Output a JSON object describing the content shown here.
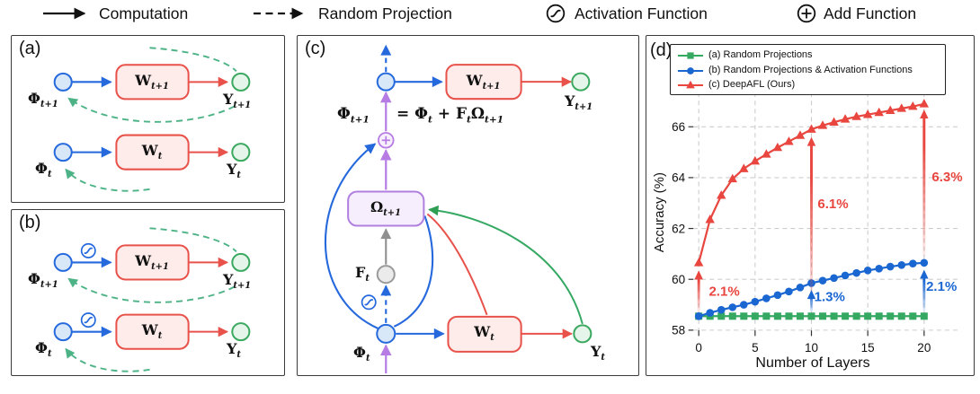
{
  "top_legend": {
    "items": [
      {
        "label": "Computation",
        "icon": "solid-arrow"
      },
      {
        "label": "Random Projection",
        "icon": "dashed-arrow"
      },
      {
        "label": "Activation Function",
        "icon": "activation-circle"
      },
      {
        "label": "Add Function",
        "icon": "plus-circle"
      }
    ]
  },
  "panel_a": {
    "title": "(a)",
    "rows": [
      {
        "phi": "Φ",
        "phi_sub": "t+1",
        "w": "W",
        "w_sub": "t+1",
        "y": "Y",
        "y_sub": "t+1"
      },
      {
        "phi": "Φ",
        "phi_sub": "t",
        "w": "W",
        "w_sub": "t",
        "y": "Y",
        "y_sub": "t"
      }
    ]
  },
  "panel_b": {
    "title": "(b)",
    "rows": [
      {
        "phi": "Φ",
        "phi_sub": "t+1",
        "w": "W",
        "w_sub": "t+1",
        "y": "Y",
        "y_sub": "t+1"
      },
      {
        "phi": "Φ",
        "phi_sub": "t",
        "w": "W",
        "w_sub": "t",
        "y": "Y",
        "y_sub": "t"
      }
    ]
  },
  "panel_c": {
    "title": "(c)",
    "eq_lhs": "Φ",
    "eq_lhs_sub": "t+1",
    "eq_p1": "= Φ",
    "eq_s1": "t",
    "eq_p2": " + F",
    "eq_s2": "t",
    "eq_p3": "Ω",
    "eq_s3": "t+1",
    "omega": "Ω",
    "omega_sub": "t+1",
    "f": "F",
    "f_sub": "t",
    "phi": "Φ",
    "phi_sub": "t",
    "w_top": "W",
    "w_top_sub": "t+1",
    "y_top": "Y",
    "y_top_sub": "t+1",
    "w_bot": "W",
    "w_bot_sub": "t",
    "y_bot": "Y",
    "y_bot_sub": "t"
  },
  "panel_d": {
    "title": "(d)"
  },
  "colors": {
    "blue": "#2569dd",
    "red": "#e8463f",
    "green": "#35a862",
    "dashed_green": "#4db386",
    "purple": "#b07fe0",
    "gray": "#9a9a9a",
    "box_fill": "#fdecea",
    "omega_fill": "#f6eefc"
  },
  "chart_data": {
    "type": "line",
    "x": [
      0,
      1,
      2,
      3,
      4,
      5,
      6,
      7,
      8,
      9,
      10,
      11,
      12,
      13,
      14,
      15,
      16,
      17,
      18,
      19,
      20
    ],
    "series": [
      {
        "name": "(a) Random Projections",
        "marker": "square",
        "color": "#35a862",
        "values": [
          58.55,
          58.55,
          58.55,
          58.55,
          58.55,
          58.55,
          58.55,
          58.55,
          58.55,
          58.55,
          58.55,
          58.55,
          58.55,
          58.55,
          58.55,
          58.55,
          58.55,
          58.55,
          58.55,
          58.55,
          58.55
        ]
      },
      {
        "name": "(b) Random Projections & Activation Functions",
        "marker": "circle",
        "color": "#1a67d2",
        "values": [
          58.55,
          58.68,
          58.8,
          58.9,
          59.0,
          59.12,
          59.25,
          59.38,
          59.52,
          59.68,
          59.85,
          59.95,
          60.05,
          60.15,
          60.25,
          60.35,
          60.42,
          60.5,
          60.56,
          60.62,
          60.65
        ]
      },
      {
        "name": "(c) DeepAFL (Ours)",
        "marker": "triangle",
        "color": "#e8463f",
        "values": [
          60.65,
          62.35,
          63.3,
          63.95,
          64.35,
          64.65,
          64.92,
          65.18,
          65.42,
          65.66,
          65.9,
          66.05,
          66.18,
          66.3,
          66.4,
          66.48,
          66.56,
          66.64,
          66.72,
          66.8,
          66.9
        ]
      }
    ],
    "xlabel": "Number of Layers",
    "ylabel": "Accuracy (%)",
    "xticks": [
      0,
      5,
      10,
      15,
      20
    ],
    "yticks": [
      58,
      60,
      62,
      64,
      66
    ],
    "xlim": [
      -0.5,
      23
    ],
    "ylim": [
      57.8,
      67.2
    ],
    "grid": true,
    "legend_position": "upper left",
    "annotations": [
      {
        "x": 0,
        "v_from": 58.72,
        "v_to": 60.35,
        "label": "2.1%",
        "color": "#e8463f",
        "label_x": 0.9,
        "label_v": 59.35
      },
      {
        "x": 10,
        "v_from": 59.2,
        "v_to": 65.6,
        "label": "6.1%",
        "color": "#e8463f",
        "label_x": 10.55,
        "label_v": 62.8
      },
      {
        "x": 20,
        "v_from": 60.9,
        "v_to": 66.68,
        "label": "6.3%",
        "color": "#e8463f",
        "label_x": 20.68,
        "label_v": 63.85
      },
      {
        "x": 10,
        "v_from": 58.72,
        "v_to": 59.58,
        "label": "1.3%",
        "color": "#1a67d2",
        "label_x": 10.25,
        "label_v": 59.15
      },
      {
        "x": 20,
        "v_from": 58.72,
        "v_to": 60.38,
        "label": "2.1%",
        "color": "#1a67d2",
        "label_x": 20.18,
        "label_v": 59.55
      }
    ]
  }
}
